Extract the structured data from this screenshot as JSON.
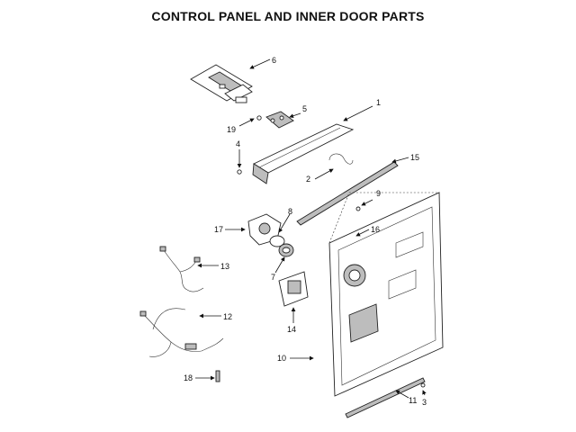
{
  "title": "CONTROL PANEL AND INNER DOOR PARTS",
  "callouts": [
    "1",
    "2",
    "3",
    "4",
    "5",
    "6",
    "7",
    "8",
    "9",
    "10",
    "11",
    "12",
    "13",
    "14",
    "15",
    "16",
    "17",
    "18",
    "19"
  ]
}
